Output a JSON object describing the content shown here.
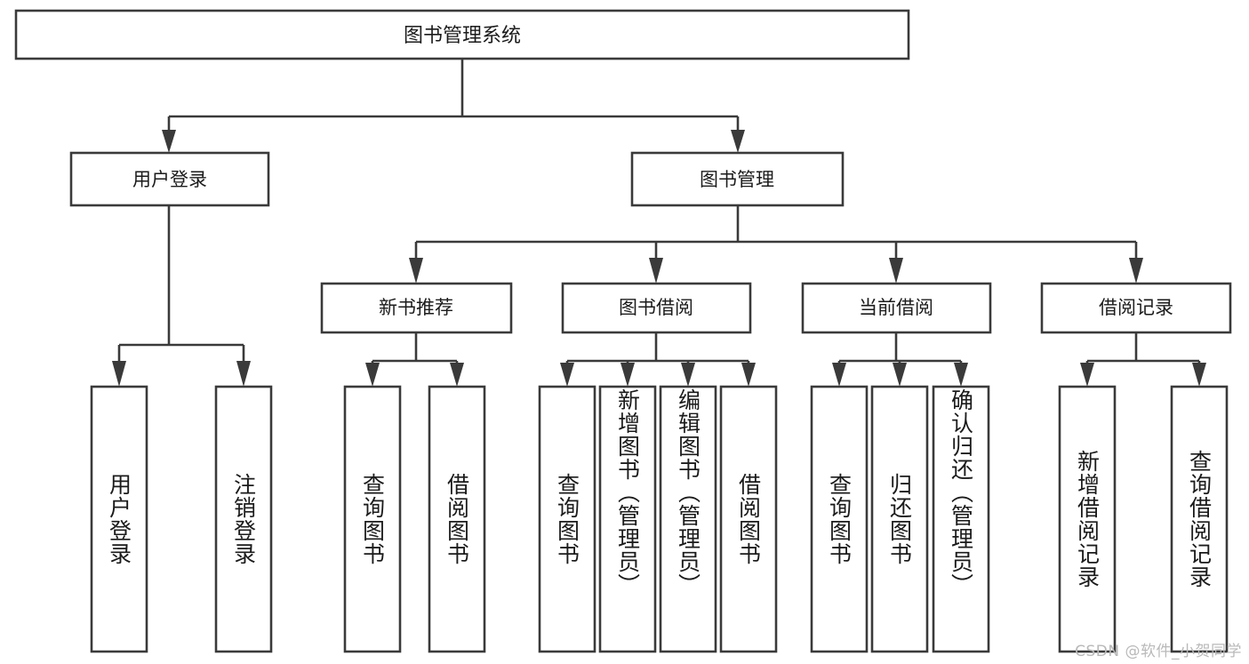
{
  "diagram": {
    "type": "tree",
    "title": "图书管理系统",
    "orientation": "top-down",
    "watermark": "CSDN @软件_小贺同学",
    "nodes": {
      "root": {
        "label": "图书管理系统"
      },
      "level2": [
        {
          "id": "user-login",
          "label": "用户登录"
        },
        {
          "id": "book-manage",
          "label": "图书管理"
        }
      ],
      "level3": [
        {
          "id": "new-book-recommend",
          "label": "新书推荐"
        },
        {
          "id": "book-borrow",
          "label": "图书借阅"
        },
        {
          "id": "current-borrow",
          "label": "当前借阅"
        },
        {
          "id": "borrow-record",
          "label": "借阅记录"
        }
      ],
      "leaves": [
        {
          "id": "leaf-user-login",
          "label": "用户登录",
          "parent": "user-login"
        },
        {
          "id": "leaf-user-logout",
          "label": "注销登录",
          "parent": "user-login"
        },
        {
          "id": "leaf-query-book-1",
          "label": "查询图书",
          "parent": "new-book-recommend"
        },
        {
          "id": "leaf-borrow-book-1",
          "label": "借阅图书",
          "parent": "new-book-recommend"
        },
        {
          "id": "leaf-query-book-2",
          "label": "查询图书",
          "parent": "book-borrow"
        },
        {
          "id": "leaf-add-book",
          "label": "新增图书（管理员）",
          "parent": "book-borrow"
        },
        {
          "id": "leaf-edit-book",
          "label": "编辑图书（管理员）",
          "parent": "book-borrow"
        },
        {
          "id": "leaf-borrow-book-2",
          "label": "借阅图书",
          "parent": "book-borrow"
        },
        {
          "id": "leaf-query-book-3",
          "label": "查询图书",
          "parent": "current-borrow"
        },
        {
          "id": "leaf-return-book",
          "label": "归还图书",
          "parent": "current-borrow"
        },
        {
          "id": "leaf-confirm-return",
          "label": "确认归还（管理员）",
          "parent": "current-borrow"
        },
        {
          "id": "leaf-add-record",
          "label": "新增借阅记录",
          "parent": "borrow-record"
        },
        {
          "id": "leaf-query-record",
          "label": "查询借阅记录",
          "parent": "borrow-record"
        }
      ]
    },
    "colors": {
      "stroke": "#3a3a3a",
      "fill": "#ffffff",
      "text": "#1b1b1b",
      "watermark": "#b9b9b9"
    }
  }
}
